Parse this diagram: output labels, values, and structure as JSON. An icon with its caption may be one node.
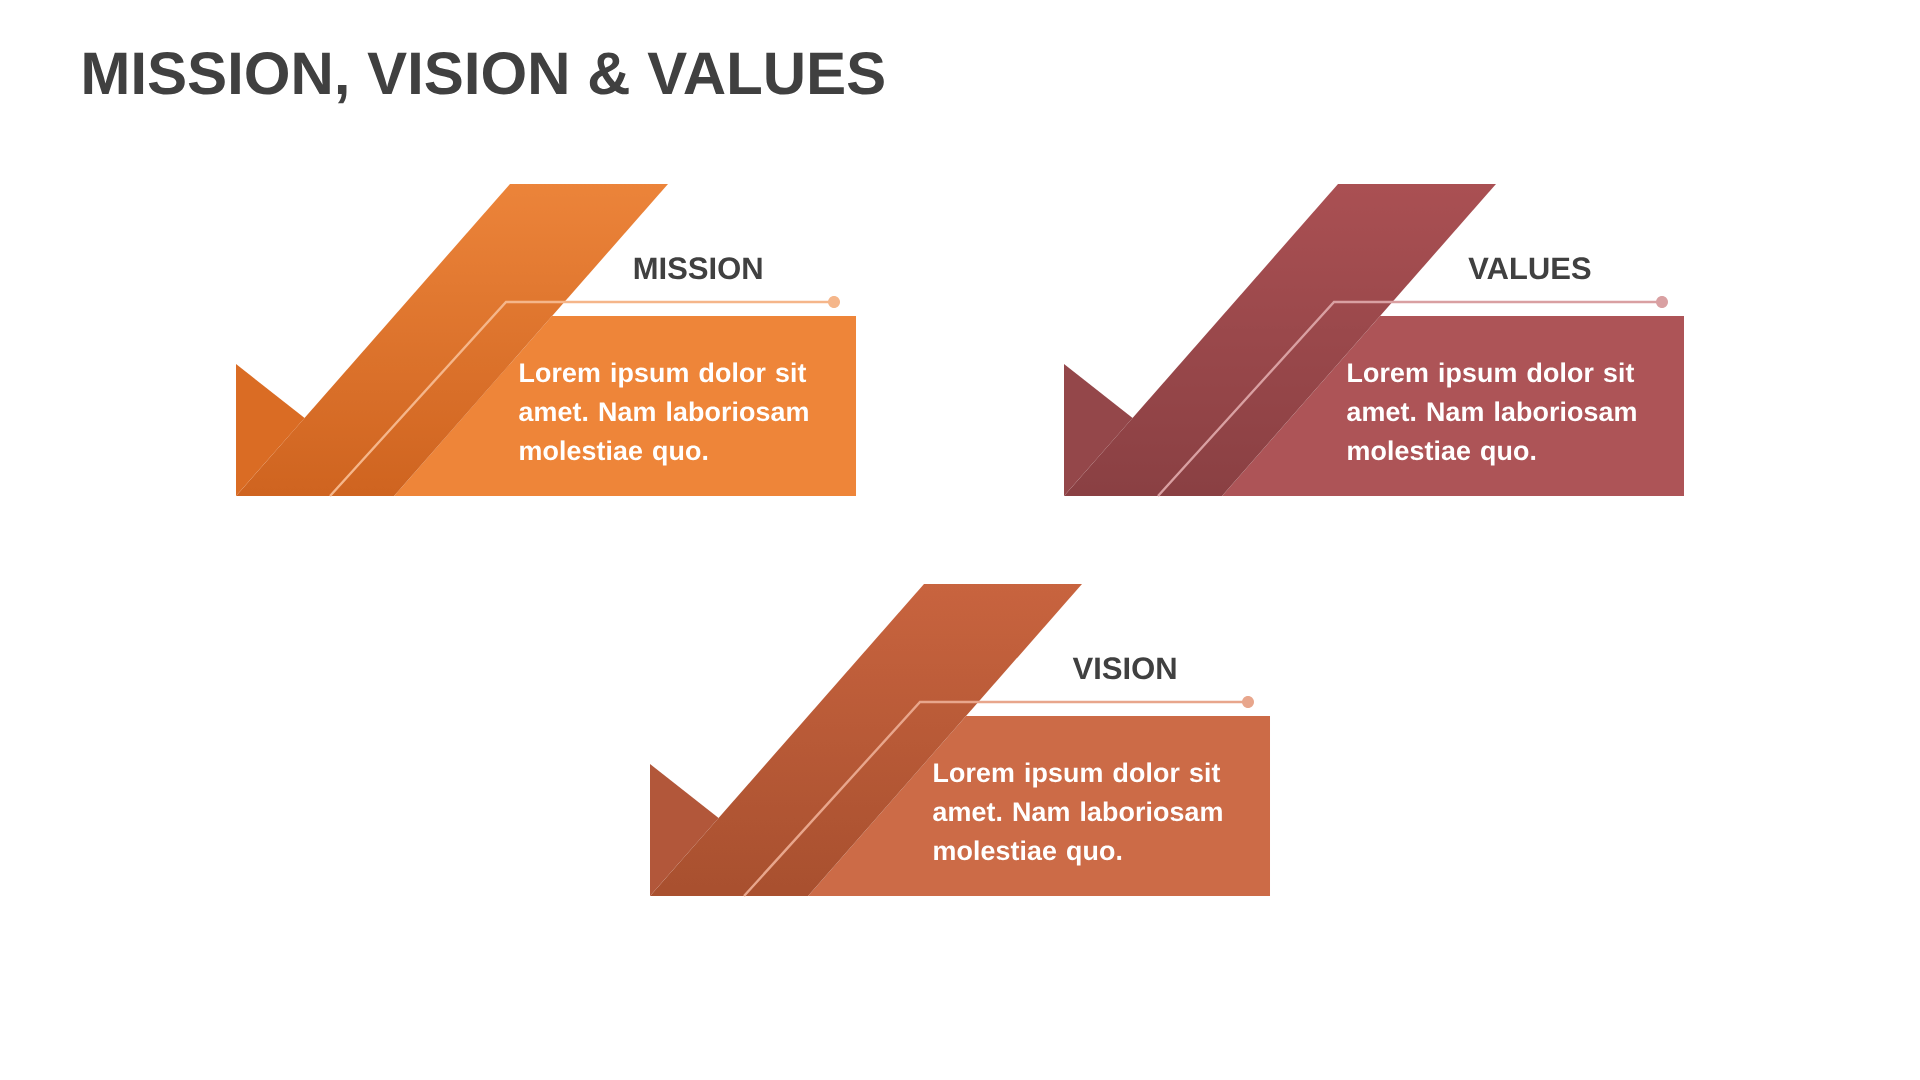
{
  "diagram": {
    "title": "MISSION, VISION & VALUES",
    "nodes": [
      {
        "text": [
          "MISSION",
          "Lorem ipsum dolor sit amet. Nam laboriosam molestiae quo."
        ]
      },
      {
        "text": [
          "VALUES",
          "Lorem ipsum dolor sit amet. Nam laboriosam molestiae quo."
        ]
      },
      {
        "text": [
          "VISION",
          "Lorem ipsum dolor sit amet. Nam laboriosam molestiae quo."
        ]
      }
    ]
  }
}
